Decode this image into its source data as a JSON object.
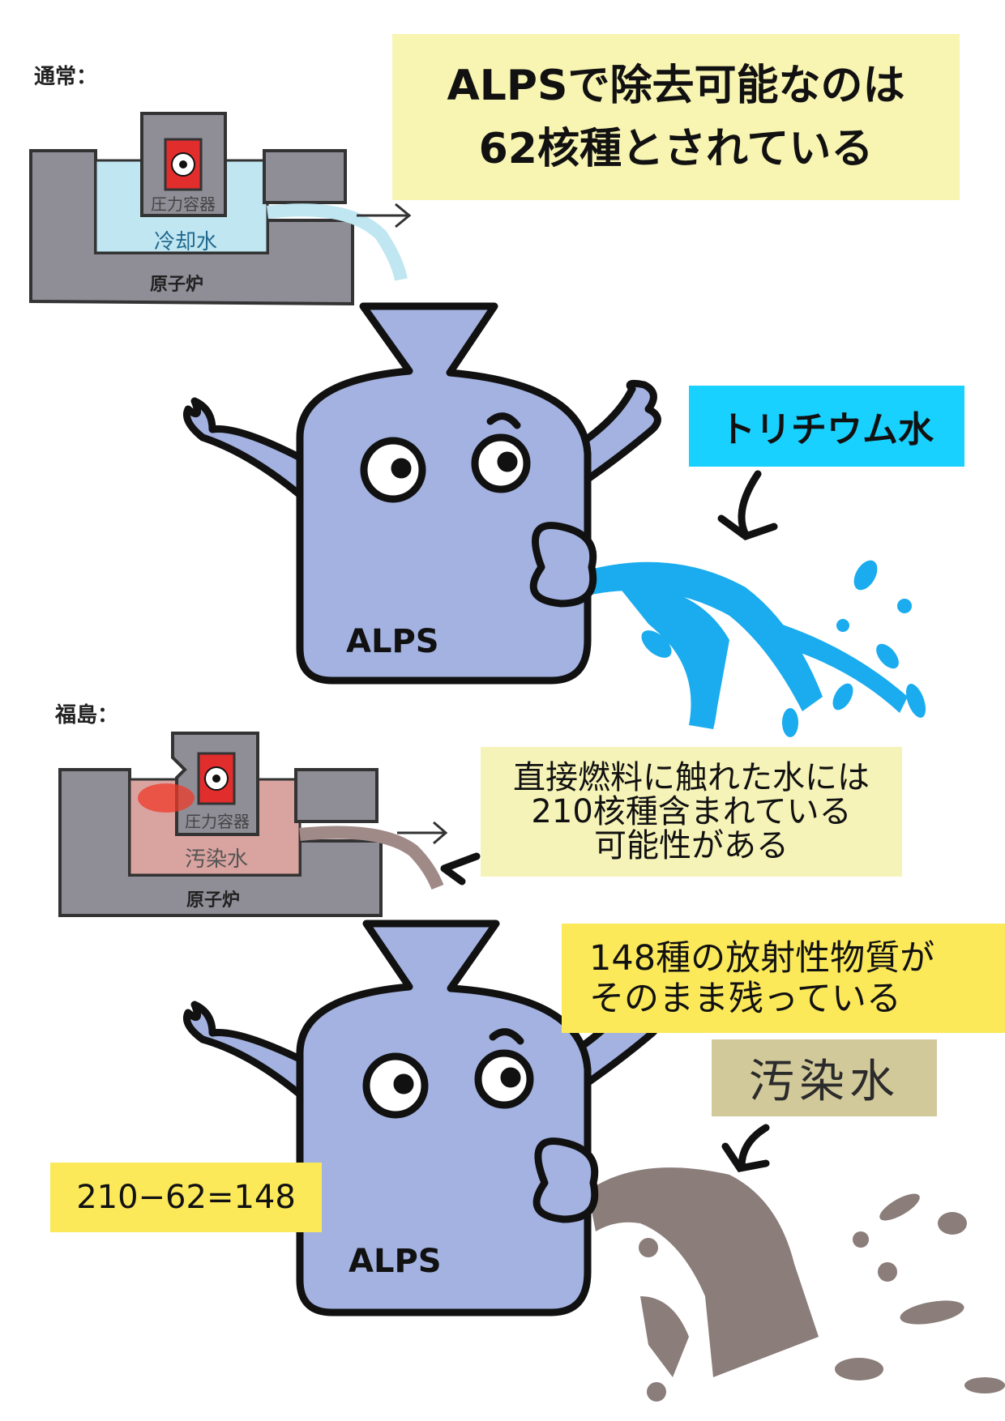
{
  "title": {
    "line1": "ALPSで除去可能なのは",
    "line2": "62核種とされている"
  },
  "normal": {
    "label": "通常：",
    "pressure_vessel": "圧力容器",
    "coolant": "冷却水",
    "reactor": "原子炉"
  },
  "fukushima": {
    "label": "福島：",
    "pressure_vessel": "圧力容器",
    "coolant": "汚染水",
    "reactor": "原子炉"
  },
  "mascot_label_top": "ALPS",
  "mascot_label_bottom": "ALPS",
  "tritium_label": "トリチウム水",
  "direct_contact": {
    "line1": "直接燃料に触れた水には",
    "line2": "210核種含まれている",
    "line3": "可能性がある"
  },
  "remaining": {
    "line1": "148種の放射性物質が",
    "line2": "そのまま残っている"
  },
  "contaminated_label": "汚染水",
  "equation": "210−62=148",
  "colors": {
    "mascot": "#a3b2e0",
    "tritium_box": "#19d1ff",
    "tritium_water": "#1aacee",
    "title_box": "#f8f4b2",
    "yellow_box": "#fbe95a",
    "contaminated_box": "#d2c99b",
    "contaminated_water": "#8a7d7a",
    "coolant": "#bfe6f1",
    "reactor": "#8f8e97"
  }
}
